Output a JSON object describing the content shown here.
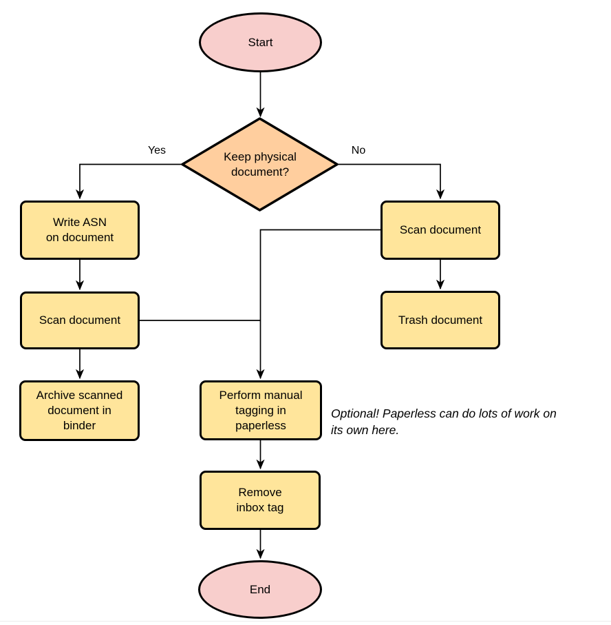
{
  "diagram": {
    "type": "flowchart",
    "nodes": {
      "start": {
        "label": "Start",
        "shape": "ellipse",
        "fill": "#F8CECC"
      },
      "decision": {
        "label": "Keep physical\ndocument?",
        "shape": "diamond",
        "fill": "#FFCE9E"
      },
      "write_asn": {
        "label": "Write ASN\non document",
        "shape": "rect",
        "fill": "#FFE59B"
      },
      "scan_left": {
        "label": "Scan document",
        "shape": "rect",
        "fill": "#FFE59B"
      },
      "archive": {
        "label": "Archive scanned\ndocument in\nbinder",
        "shape": "rect",
        "fill": "#FFE59B"
      },
      "scan_right": {
        "label": "Scan document",
        "shape": "rect",
        "fill": "#FFE59B"
      },
      "trash": {
        "label": "Trash document",
        "shape": "rect",
        "fill": "#FFE59B"
      },
      "tagging": {
        "label": "Perform manual\ntagging in\npaperless",
        "shape": "rect",
        "fill": "#FFE59B"
      },
      "remove_inbox": {
        "label": "Remove\ninbox tag",
        "shape": "rect",
        "fill": "#FFE59B"
      },
      "end": {
        "label": "End",
        "shape": "ellipse",
        "fill": "#F8CECC"
      }
    },
    "edge_labels": {
      "yes": "Yes",
      "no": "No"
    },
    "annotation": "Optional! Paperless can do lots of work on\nits own here.",
    "colors": {
      "stroke": "#000000",
      "terminal_fill": "#F8CECC",
      "decision_fill": "#FFCE9E",
      "process_fill": "#FFE59B"
    }
  }
}
